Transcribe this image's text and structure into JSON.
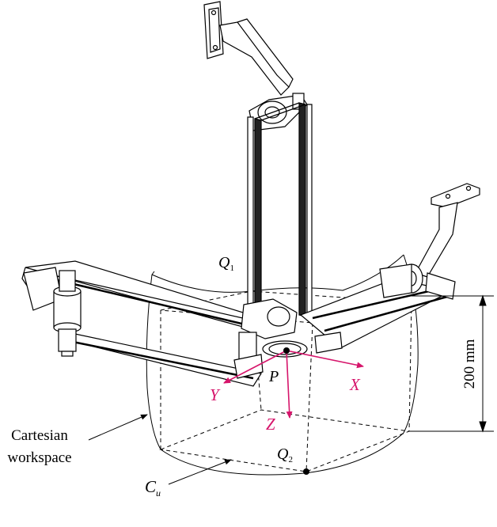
{
  "labels": {
    "q1": "Q",
    "q1_sub": "1",
    "q2": "Q",
    "q2_sub": "2",
    "p": "P",
    "x": "X",
    "y": "Y",
    "z": "Z",
    "cu": "C",
    "cu_sub": "u",
    "workspace_line1": "Cartesian",
    "workspace_line2": "workspace",
    "dimension": "200 mm"
  },
  "colors": {
    "axis": "#d6156b",
    "ink": "#000000"
  }
}
